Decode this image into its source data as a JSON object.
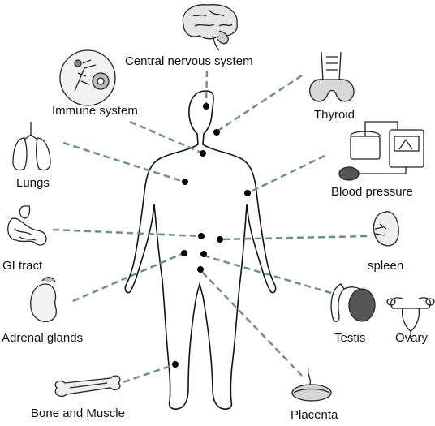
{
  "diagram": {
    "labels": {
      "cns": "Central nervous system",
      "immune": "Immune system",
      "thyroid": "Thyroid",
      "lungs": "Lungs",
      "blood_pressure": "Blood pressure",
      "gi": "GI tract",
      "spleen": "spleen",
      "adrenal": "Adrenal glands",
      "testis": "Testis",
      "ovary": "Ovary",
      "bone": "Bone and Muscle",
      "placenta": "Placenta"
    },
    "colors": {
      "connector": "#6f8f8c",
      "outline": "#111111",
      "dot": "#000000"
    },
    "icons": {
      "cns": "brain-icon",
      "immune": "immune-cells-icon",
      "thyroid": "thyroid-icon",
      "lungs": "lungs-icon",
      "blood_pressure": "blood-pressure-monitor-icon",
      "gi": "stomach-intestine-icon",
      "spleen": "spleen-icon",
      "adrenal": "adrenal-kidney-icon",
      "testis": "testis-icon",
      "ovary": "uterus-ovary-icon",
      "bone": "bone-icon",
      "placenta": "placenta-icon"
    }
  }
}
